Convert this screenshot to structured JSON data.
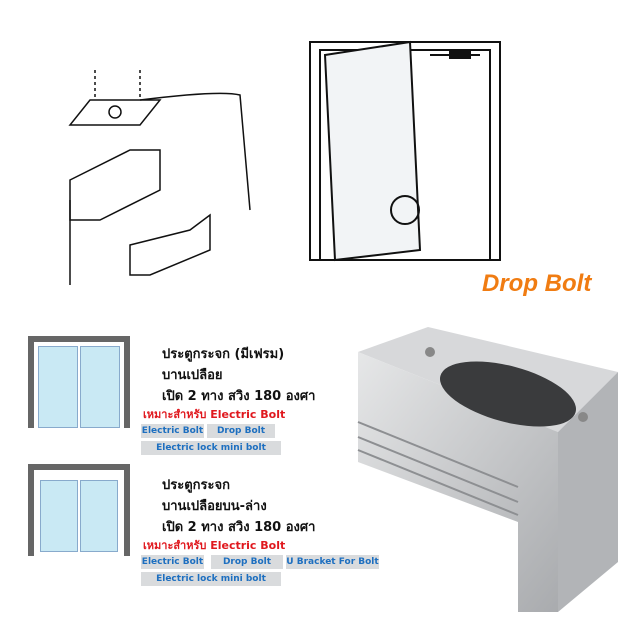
{
  "product_title": "Drop Bolt",
  "panel1": {
    "lines": [
      "ประตูกระจก (มีเฟรม)",
      "บานเปลือย",
      "เปิด 2 ทาง สวิง 180 องศา"
    ],
    "fit_label": "เหมาะสำหรับ Electric Bolt",
    "tags": [
      "Electric Bolt",
      "Drop Bolt",
      "Electric lock mini bolt"
    ]
  },
  "panel2": {
    "lines": [
      "ประตูกระจก",
      "บานเปลือยบน-ล่าง",
      "เปิด 2 ทาง สวิง 180 องศา"
    ],
    "fit_label": "เหมาะสำหรับ Electric Bolt",
    "tags": [
      "Electric Bolt",
      "Drop Bolt",
      "U Bracket For Bolt",
      "Electric lock mini bolt"
    ]
  }
}
